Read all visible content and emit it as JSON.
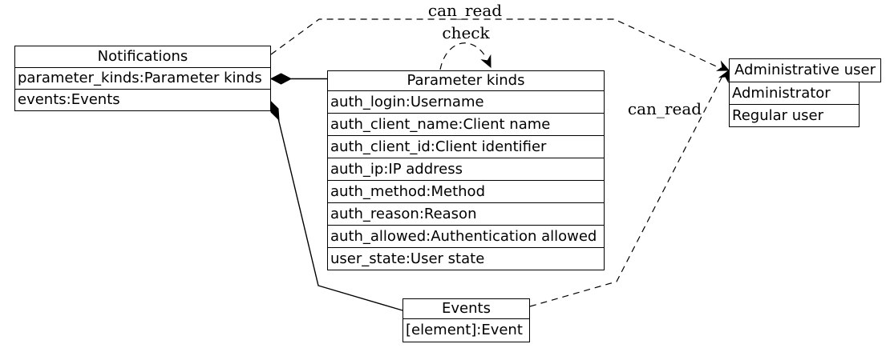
{
  "diagram": {
    "type": "uml-class-diagram",
    "background_color": "#ffffff",
    "line_color": "#000000",
    "text_color": "#000000",
    "nodes": {
      "notifications": {
        "title": "Notifications",
        "attributes": [
          "parameter_kinds:Parameter kinds",
          "events:Events"
        ]
      },
      "parameter_kinds": {
        "title": "Parameter kinds",
        "attributes": [
          "auth_login:Username",
          "auth_client_name:Client name",
          "auth_client_id:Client identifier",
          "auth_ip:IP address",
          "auth_method:Method",
          "auth_reason:Reason",
          "auth_allowed:Authentication allowed",
          "user_state:User state"
        ]
      },
      "administrative_user": {
        "title": "Administrative user",
        "attributes": [
          "Administrator",
          "Regular user"
        ]
      },
      "events": {
        "title": "Events",
        "attributes": [
          "[element]:Event"
        ]
      }
    },
    "edges": [
      {
        "label": "can_read",
        "from": "Notifications",
        "to": "Administrative user",
        "style": "dashed-arrow"
      },
      {
        "label": "check",
        "from": "Parameter kinds",
        "to": "Parameter kinds",
        "style": "dashed-arrow-self-loop"
      },
      {
        "label": "can_read",
        "from": "Events",
        "to": "Administrative user",
        "style": "dashed-arrow"
      },
      {
        "label": "",
        "from": "Notifications",
        "to": "Parameter kinds",
        "style": "solid-composition-diamond"
      },
      {
        "label": "",
        "from": "Notifications",
        "to": "Events",
        "style": "solid-composition-diamond"
      }
    ]
  }
}
